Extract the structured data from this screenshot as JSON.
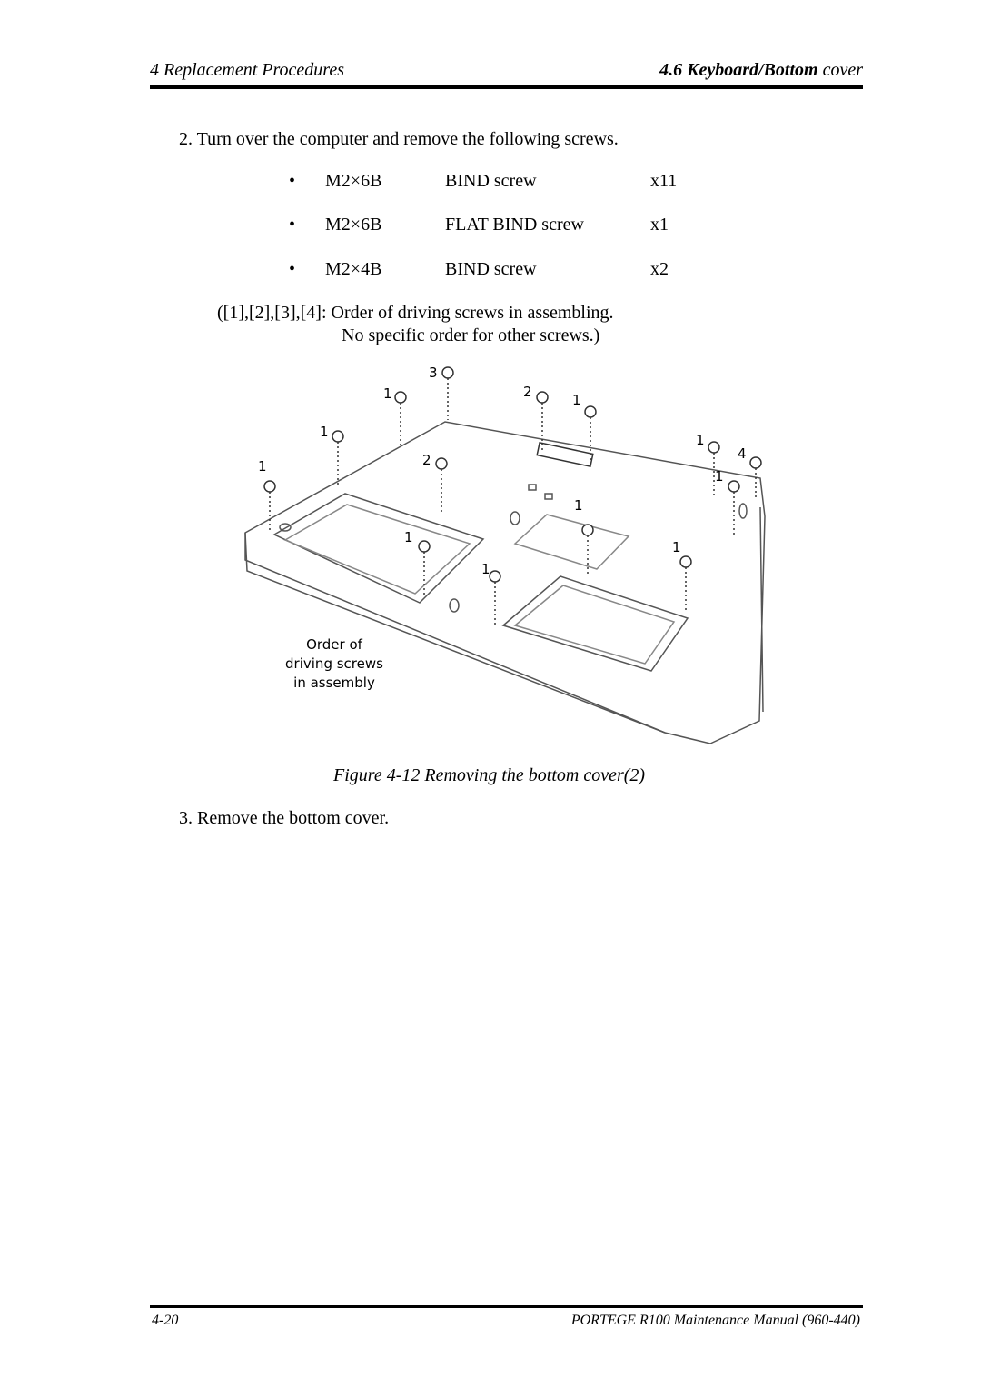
{
  "header": {
    "chapter": "4  Replacement Procedures",
    "section_num": "4.6",
    "section_bold": "Keyboard/Bottom",
    "section_rest": "cover"
  },
  "step2": {
    "text": "2.  Turn over the computer and remove the following screws."
  },
  "screws": [
    {
      "bullet": "•",
      "size": "M2×6B",
      "type": "BIND screw",
      "qty": "x11"
    },
    {
      "bullet": "•",
      "size": "M2×6B",
      "type": "FLAT BIND screw",
      "qty": "x1"
    },
    {
      "bullet": "•",
      "size": "M2×4B",
      "type": "BIND screw",
      "qty": "x2"
    }
  ],
  "note": {
    "line1": "([1],[2],[3],[4]: Order of driving screws in assembling.",
    "line2": "No specific order for other screws.)"
  },
  "figure": {
    "labels": {
      "s3": "3",
      "s1a": "1",
      "s2a": "2",
      "s1b": "1",
      "s1c": "1",
      "s1d": "1",
      "s2b": "2",
      "s1e": "1",
      "s4": "4",
      "s1f": "1",
      "s1g": "1",
      "s1h": "1",
      "s1i": "1",
      "s1j": "1"
    },
    "note_line1": "Order of",
    "note_line2": "driving screws",
    "note_line3": "in assembly"
  },
  "caption": "Figure 4-12  Removing the bottom cover(2)",
  "step3": {
    "text": "3.  Remove the bottom cover."
  },
  "footer": {
    "page": "4-20",
    "manual": "PORTEGE R100 Maintenance Manual (960-440)"
  }
}
